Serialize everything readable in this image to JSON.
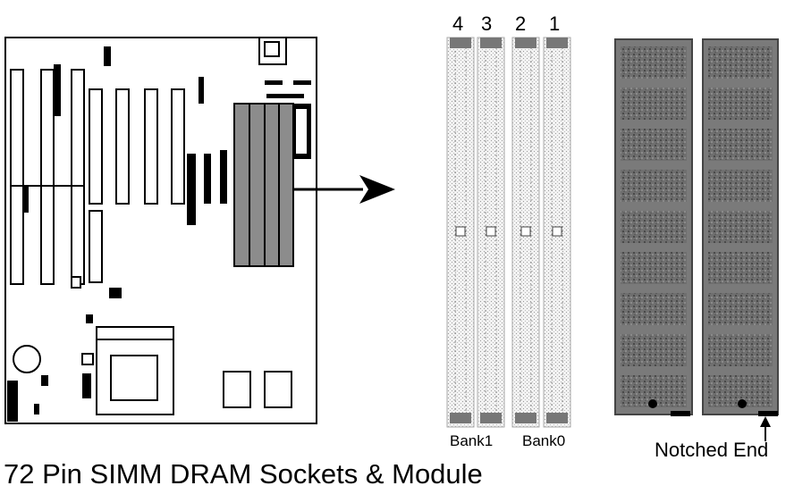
{
  "slot_numbers": [
    "4",
    "3",
    "2",
    "1"
  ],
  "bank_labels": [
    "Bank1",
    "Bank0"
  ],
  "notched_end_label": "Notched End",
  "caption": "72 Pin SIMM DRAM Sockets & Module"
}
